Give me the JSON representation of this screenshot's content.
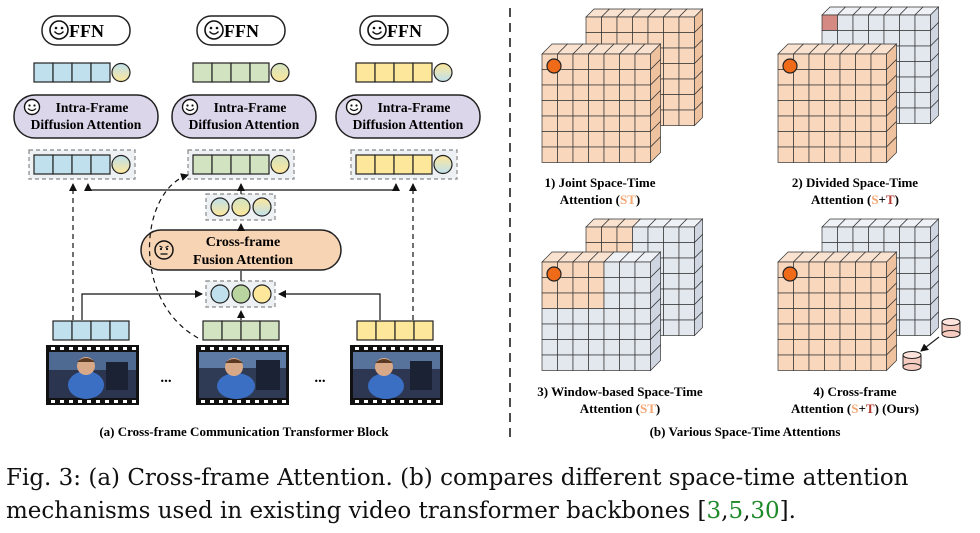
{
  "panel_a": {
    "ffn_label": "FFN",
    "intra_line1": "Intra-Frame",
    "intra_line2": "Diffusion Attention",
    "cross_line1": "Cross-frame",
    "cross_line2": "Fusion Attention",
    "ellipsis": "...",
    "caption": "(a) Cross-frame Communication Transformer Block"
  },
  "panel_b": {
    "joint_line1": "1) Joint Space-Time",
    "joint_line2_pre": "Attention (",
    "joint_st": "ST",
    "joint_line2_post": ")",
    "divided_line1": "2) Divided Space-Time",
    "divided_line2_pre": "Attention (",
    "divided_s": "S",
    "divided_plus": "+",
    "divided_t": "T",
    "divided_line2_post": ")",
    "window_line1": "3) Window-based Space-Time",
    "window_line2_pre": "Attention (",
    "window_st": "ST",
    "window_line2_post": ")",
    "cross_line1": "4) Cross-frame",
    "cross_line2_pre": "Attention (",
    "cross_s": "S",
    "cross_plus": "+",
    "cross_t": "T",
    "cross_line2_post": ") (Ours)",
    "caption": "(b) Various Space-Time Attentions"
  },
  "caption": {
    "label": "Fig. 3:",
    "text1": "(a) Cross-frame Attention. (b) compares different space-time attention mechanisms used in existing video transformer backbones [",
    "ref1": "3",
    "sep1": ",",
    "ref2": "5",
    "sep2": ",",
    "ref3": "30",
    "text2": "]."
  },
  "colors": {
    "blue": "#bfe0ec",
    "green": "#d2e3c2",
    "yellow": "#fde79b",
    "lavender": "#dcd6ea",
    "peach": "#f6d4b4",
    "grid_peach": "#f8d7bd",
    "grid_gray": "#e3e7ee",
    "orange_dot": "#ef6b1a",
    "red_cell": "#d48a82"
  }
}
